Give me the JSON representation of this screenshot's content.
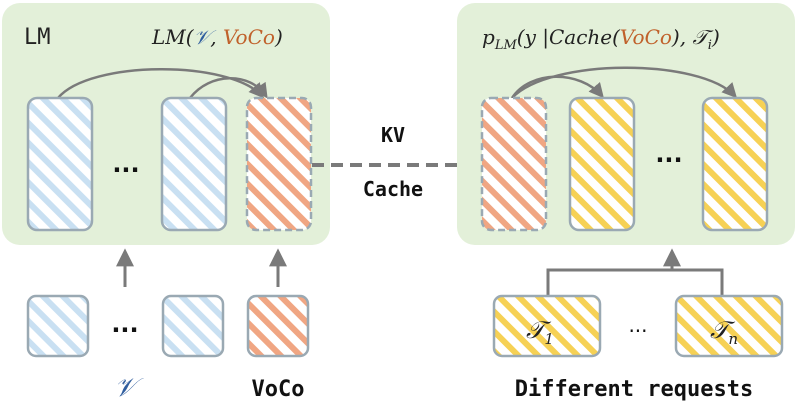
{
  "left_panel": {
    "label": "LM",
    "formula": {
      "prefix": "LM(",
      "v": "𝒱",
      "sep": ", ",
      "voco": "VoCo",
      "suffix": ")"
    },
    "ellipsis": "..."
  },
  "connector": {
    "kv_label": "KV",
    "cache_label": "Cache"
  },
  "right_panel": {
    "formula": {
      "p": "p",
      "sub": "LM",
      "mid": "(y |Cache(",
      "voco": "VoCo",
      "after": "), ",
      "t": "𝒯",
      "t_sub": "i",
      "suffix": ")"
    },
    "ellipsis": "..."
  },
  "inputs": {
    "vision_label": "𝒱",
    "voco_label": "VoCo",
    "ellipsis": "...",
    "request_first": {
      "t": "𝒯",
      "sub": "1"
    },
    "request_last": {
      "t": "𝒯",
      "sub": "n"
    },
    "requests_label": "Different requests",
    "requests_ellipsis": "..."
  },
  "colors": {
    "panel_bg": "#e3f0d9",
    "blue_stripe": "#c9e0f2",
    "orange_stripe": "#f0a683",
    "yellow_stripe": "#f6d155",
    "border": "#9aa9b3",
    "arrow": "#7a7a7a",
    "formula_blue": "#2f5d9e",
    "formula_orange": "#c0612b"
  }
}
